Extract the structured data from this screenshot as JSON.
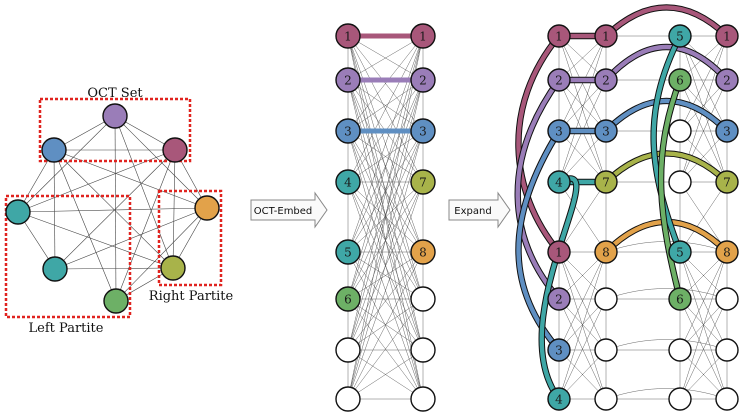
{
  "colors": {
    "magenta": "#a8577a",
    "purple": "#9a7db8",
    "blue": "#5f8fc2",
    "teal": "#3fa7a6",
    "green": "#6db066",
    "olive": "#a8b34a",
    "orange": "#e2a24a",
    "empty": "#ffffff",
    "box": "#e0231f"
  },
  "labels": {
    "oct_set": "OCT Set",
    "left_partite": "Left Partite",
    "right_partite": "Right Partite",
    "oct_embed": "OCT-Embed",
    "expand": "Expand"
  },
  "graph": {
    "nodes": [
      {
        "id": "1",
        "color": "magenta"
      },
      {
        "id": "2",
        "color": "purple"
      },
      {
        "id": "3",
        "color": "blue"
      },
      {
        "id": "4",
        "color": "teal"
      },
      {
        "id": "5",
        "color": "teal"
      },
      {
        "id": "6",
        "color": "green"
      },
      {
        "id": "7",
        "color": "olive"
      },
      {
        "id": "8",
        "color": "orange"
      }
    ]
  },
  "embed": {
    "left": [
      {
        "label": "1",
        "color": "magenta"
      },
      {
        "label": "2",
        "color": "purple"
      },
      {
        "label": "3",
        "color": "blue"
      },
      {
        "label": "4",
        "color": "teal"
      },
      {
        "label": "5",
        "color": "teal"
      },
      {
        "label": "6",
        "color": "green"
      },
      {
        "label": "",
        "color": "empty"
      },
      {
        "label": "",
        "color": "empty"
      }
    ],
    "right": [
      {
        "label": "1",
        "color": "magenta"
      },
      {
        "label": "2",
        "color": "purple"
      },
      {
        "label": "3",
        "color": "blue"
      },
      {
        "label": "7",
        "color": "olive"
      },
      {
        "label": "8",
        "color": "orange"
      },
      {
        "label": "",
        "color": "empty"
      },
      {
        "label": "",
        "color": "empty"
      },
      {
        "label": "",
        "color": "empty"
      }
    ]
  },
  "expand": {
    "col1": [
      {
        "label": "1",
        "color": "magenta"
      },
      {
        "label": "2",
        "color": "purple"
      },
      {
        "label": "3",
        "color": "blue"
      },
      {
        "label": "4",
        "color": "teal"
      },
      {
        "label": "1",
        "color": "magenta"
      },
      {
        "label": "2",
        "color": "purple"
      },
      {
        "label": "3",
        "color": "blue"
      },
      {
        "label": "4",
        "color": "teal"
      }
    ],
    "col2": [
      {
        "label": "1",
        "color": "magenta"
      },
      {
        "label": "2",
        "color": "purple"
      },
      {
        "label": "3",
        "color": "blue"
      },
      {
        "label": "7",
        "color": "olive"
      },
      {
        "label": "8",
        "color": "orange"
      },
      {
        "label": "",
        "color": "empty"
      },
      {
        "label": "",
        "color": "empty"
      },
      {
        "label": "",
        "color": "empty"
      }
    ],
    "col3": [
      {
        "label": "5",
        "color": "teal"
      },
      {
        "label": "6",
        "color": "green"
      },
      {
        "label": "",
        "color": "empty"
      },
      {
        "label": "",
        "color": "empty"
      },
      {
        "label": "5",
        "color": "teal"
      },
      {
        "label": "6",
        "color": "green"
      },
      {
        "label": "",
        "color": "empty"
      },
      {
        "label": "",
        "color": "empty"
      }
    ],
    "col4": [
      {
        "label": "1",
        "color": "magenta"
      },
      {
        "label": "2",
        "color": "purple"
      },
      {
        "label": "3",
        "color": "blue"
      },
      {
        "label": "7",
        "color": "olive"
      },
      {
        "label": "8",
        "color": "orange"
      },
      {
        "label": "",
        "color": "empty"
      },
      {
        "label": "",
        "color": "empty"
      },
      {
        "label": "",
        "color": "empty"
      }
    ]
  }
}
